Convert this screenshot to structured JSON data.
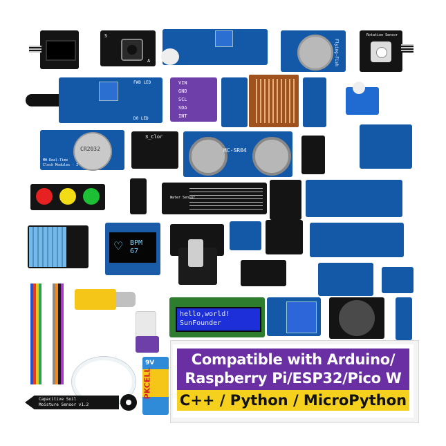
{
  "banner": {
    "line1": "Compatible with Arduino/",
    "line2": "Raspberry Pi/ESP32/Pico W",
    "line3": "C++ / Python / MicroPython",
    "purple": "#6a2fa3",
    "yellow": "#f5d11e"
  },
  "lcd": {
    "row1": "hello,world!",
    "row2": "SunFounder"
  },
  "oled": {
    "bpm_label": "BPM",
    "bpm_value": "67"
  },
  "labels": {
    "pins_i2c": [
      "VIN",
      "GND",
      "SCL",
      "SDA",
      "INT"
    ],
    "rotation_sensor": "Rotation Sensor",
    "rtc": [
      "MH-Real-Time",
      "Clock Modules - 2"
    ],
    "rtc_battery": "CR2032",
    "ultrasonic": "HC-SR04",
    "color": "3_Clor",
    "flying_fish": "Flying-Fish",
    "soil": [
      "Capacitive Soil",
      "Moisture Sensor v1.2"
    ],
    "battery_brand": "PKCELL",
    "battery_type": "9V",
    "water_sensor": "Water Sensor",
    "fwd_led": "FWD LED",
    "do_led": "D0 LED",
    "button_pins": [
      "S",
      "A"
    ]
  },
  "colors": {
    "pcb_blue": "#1458a8",
    "pcb_black": "#141414",
    "lcd_green": "#2e7d2e",
    "lcd_blue": "#1c2fd8"
  }
}
